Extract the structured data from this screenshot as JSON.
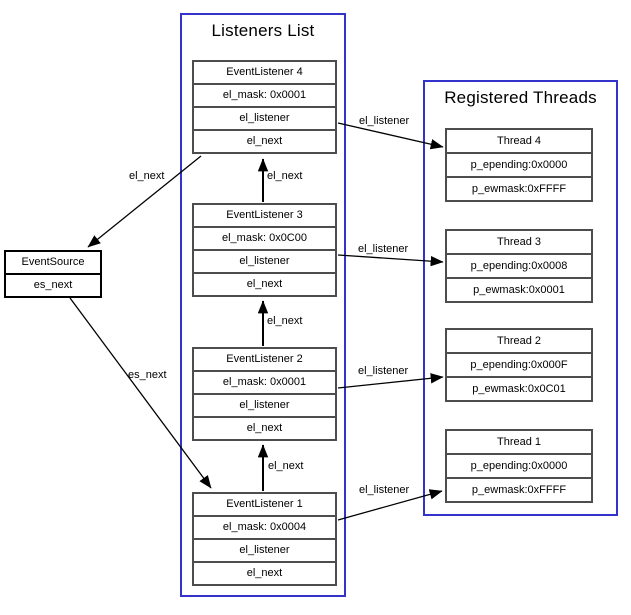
{
  "colors": {
    "container_border": "#3333cc",
    "node_border": "#4d4d4d",
    "line": "#000000",
    "background": "#ffffff"
  },
  "listeners_list": {
    "title": "Listeners List",
    "items": [
      {
        "name": "EventListener 4",
        "mask": "el_mask: 0x0001",
        "listener_field": "el_listener",
        "next_field": "el_next"
      },
      {
        "name": "EventListener 3",
        "mask": "el_mask: 0x0C00",
        "listener_field": "el_listener",
        "next_field": "el_next"
      },
      {
        "name": "EventListener 2",
        "mask": "el_mask: 0x0001",
        "listener_field": "el_listener",
        "next_field": "el_next"
      },
      {
        "name": "EventListener 1",
        "mask": "el_mask: 0x0004",
        "listener_field": "el_listener",
        "next_field": "el_next"
      }
    ]
  },
  "event_source": {
    "name": "EventSource",
    "next_field": "es_next"
  },
  "registered_threads": {
    "title": "Registered Threads",
    "items": [
      {
        "name": "Thread 4",
        "epending": "p_epending:0x0000",
        "ewmask": "p_ewmask:0xFFFF"
      },
      {
        "name": "Thread 3",
        "epending": "p_epending:0x0008",
        "ewmask": "p_ewmask:0x0001"
      },
      {
        "name": "Thread 2",
        "epending": "p_epending:0x000F",
        "ewmask": "p_ewmask:0x0C01"
      },
      {
        "name": "Thread 1",
        "epending": "p_epending:0x0000",
        "ewmask": "p_ewmask:0xFFFF"
      }
    ]
  },
  "edges": {
    "el4_next_to_eventsource": {
      "label": "el_next"
    },
    "el3_next_to_el4": {
      "label": "el_next"
    },
    "el2_next_to_el3": {
      "label": "el_next"
    },
    "el1_next_to_el2": {
      "label": "el_next"
    },
    "eventsource_next_to_el1": {
      "label": "es_next"
    },
    "el4_listener_to_thread4": {
      "label": "el_listener"
    },
    "el3_listener_to_thread3": {
      "label": "el_listener"
    },
    "el2_listener_to_thread2": {
      "label": "el_listener"
    },
    "el1_listener_to_thread1": {
      "label": "el_listener"
    }
  }
}
